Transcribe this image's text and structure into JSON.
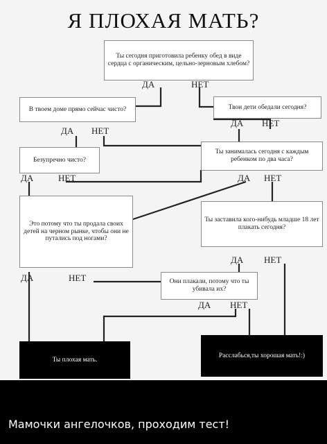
{
  "diagram": {
    "title": "Я ПЛОХАЯ МАТЬ?",
    "nodes": {
      "q1": "Ты сегодня приготовила ребенку обед в виде сердца с органическим, цельно-зерновым хлебом?",
      "q2": "В твоем доме прямо сейчас чисто?",
      "q3": "Твои дети обедали сегодня?",
      "q4": "Безупречно чисто?",
      "q5": "Ты занималась сегодня с каждым ребенком по два часа?",
      "q6": "Это потому что ты продала своих детей на черном рынке, чтобы они не путались под ногами?",
      "q7": "Ты заставила кого-нибудь младше 18 лет плакать сегодня?",
      "q8": "Они плакали, потому что ты убивала их?",
      "bad": "Ты плохая мать.",
      "good": "Расслабься,ты хорошая мать!:)"
    },
    "yes": "ДА",
    "no": "НЕТ"
  },
  "caption": "Мамочки ангелочков, проходим тест!"
}
